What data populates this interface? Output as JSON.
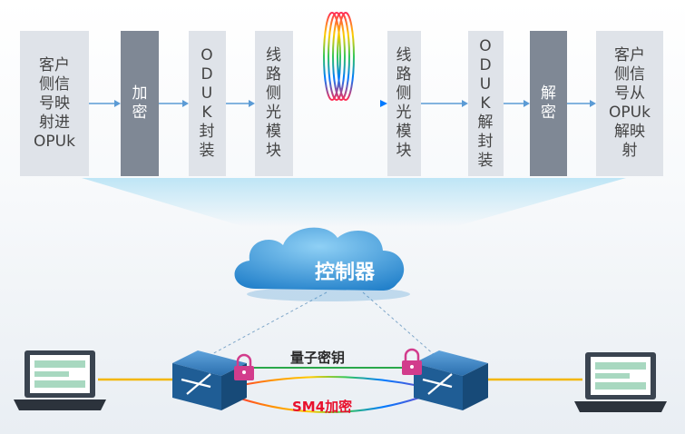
{
  "blocks": [
    {
      "id": "client-map-left",
      "text": "客户\n侧信\n号映\n射进\nOPUk",
      "style": "light"
    },
    {
      "id": "encrypt",
      "text": "加\n密",
      "style": "dark"
    },
    {
      "id": "oduk-encap",
      "text": "O\nD\nU\nK\n封\n装",
      "style": "light"
    },
    {
      "id": "line-optic-left",
      "text": "线\n路\n侧\n光\n模\n块",
      "style": "light"
    },
    {
      "id": "line-optic-right",
      "text": "线\n路\n侧\n光\n模\n块",
      "style": "light"
    },
    {
      "id": "oduk-decap",
      "text": "O\nD\nU\nK\n解\n封\n装",
      "style": "light"
    },
    {
      "id": "decrypt",
      "text": "解\n密",
      "style": "dark"
    },
    {
      "id": "client-map-right",
      "text": "客户\n侧信\n号从\nOPUk\n解映\n射",
      "style": "light"
    }
  ],
  "controller": {
    "label": "控制器"
  },
  "links": {
    "quantum_key": {
      "label": "量子密钥",
      "color": "#2a2a2a"
    },
    "sm4": {
      "label": "SM4加密",
      "color": "#e8112d"
    }
  },
  "colors": {
    "arrow": "#5b9bd5",
    "cloud": "#3fa0e0",
    "switch": "#1f5d95",
    "lock": "#d23c8c",
    "client_link": "#f2b705",
    "laptop": "#3a4450",
    "laptop_screen": "#a8d8c0"
  }
}
